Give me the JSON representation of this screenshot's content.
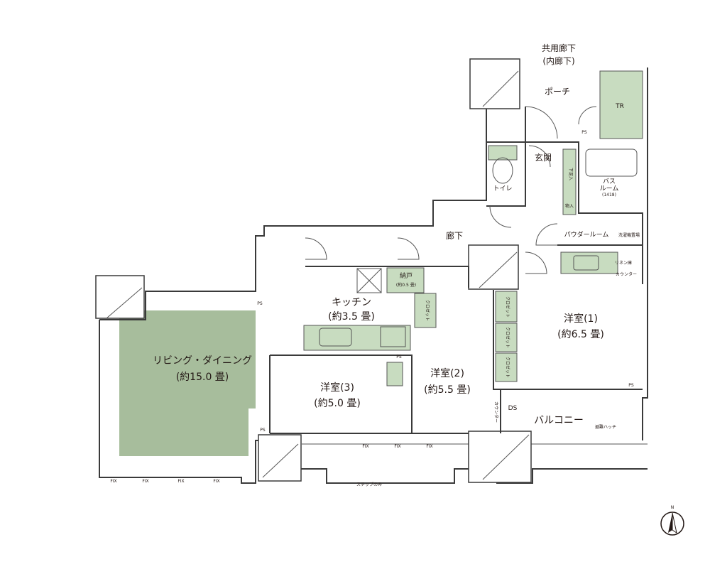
{
  "rooms": {
    "corridor_shared": "共用廊下",
    "corridor_inner": "(内廊下)",
    "porch": "ポーチ",
    "tr": "TR",
    "ps": "PS",
    "entrance": "玄関",
    "toilet": "トイレ",
    "bath": "バス",
    "bath2": "ルーム",
    "bath_size": "(1418)",
    "hallway": "廊下",
    "powder_room": "パウダールーム",
    "kitchen": "キッチン",
    "kitchen_area": "(約3.5 畳)",
    "storage": "納戸",
    "storage_area": "(約0.5 畳)",
    "living": "リビング・ダイニング",
    "living_area": "(約15.0 畳)",
    "western1": "洋室(1)",
    "western1_area": "(約6.5 畳)",
    "western2": "洋室(2)",
    "western2_area": "(約5.5 畳)",
    "western3": "洋室(3)",
    "western3_area": "(約5.0 畳)",
    "balcony": "バルコニー",
    "closet": "クロゼット",
    "shoe_closet": "下足入",
    "storage_small": "物入",
    "linen": "リネン庫",
    "counter": "カウンター",
    "washer": "洗濯機置場",
    "ds": "DS",
    "fix": "FIX",
    "hatch": "避難ハッチ",
    "step": "ステップのみ"
  },
  "compass": {
    "label": "N"
  },
  "colors": {
    "living_fill": "#a7bd9c",
    "storage_fill": "#c8dcc0",
    "wall": "#3a3a3a"
  }
}
